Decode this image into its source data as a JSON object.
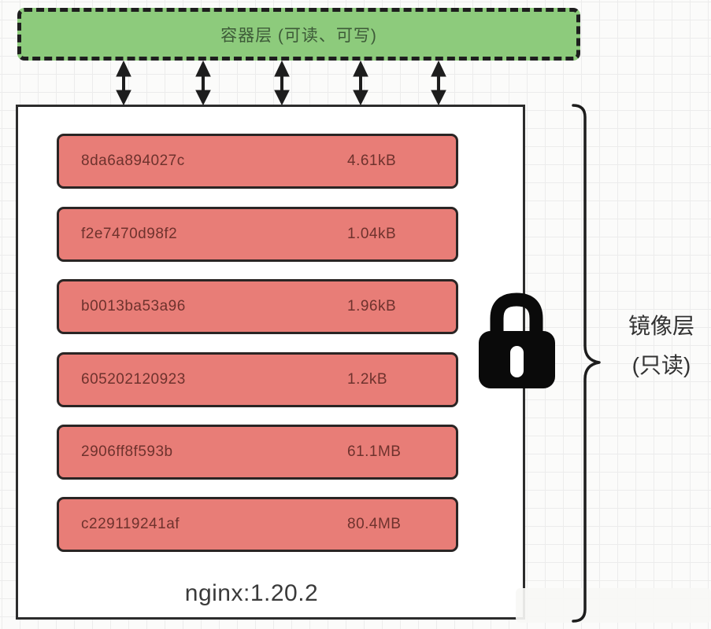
{
  "diagram": {
    "container_layer": {
      "label": "容器层 (可读、可写)"
    },
    "image_layer": {
      "name": "nginx:1.20.2",
      "readonly_label_line1": "镜像层",
      "readonly_label_line2": "(只读)",
      "layers": [
        {
          "id": "8da6a894027c",
          "size": "4.61kB"
        },
        {
          "id": "f2e7470d98f2",
          "size": "1.04kB"
        },
        {
          "id": "b0013ba53a96",
          "size": "1.96kB"
        },
        {
          "id": "605202120923",
          "size": "1.2kB"
        },
        {
          "id": "2906ff8f593b",
          "size": "61.1MB"
        },
        {
          "id": "c229119241af",
          "size": "80.4MB"
        }
      ]
    },
    "arrow_count": 5,
    "icons": {
      "lock": "lock-icon"
    },
    "colors": {
      "container_fill": "#8dcb7c",
      "container_text": "#3d5a38",
      "layer_fill": "#e87d77",
      "layer_text": "#6e322d",
      "outline": "#1d1d1d",
      "box_border": "#2c2c2c"
    }
  }
}
